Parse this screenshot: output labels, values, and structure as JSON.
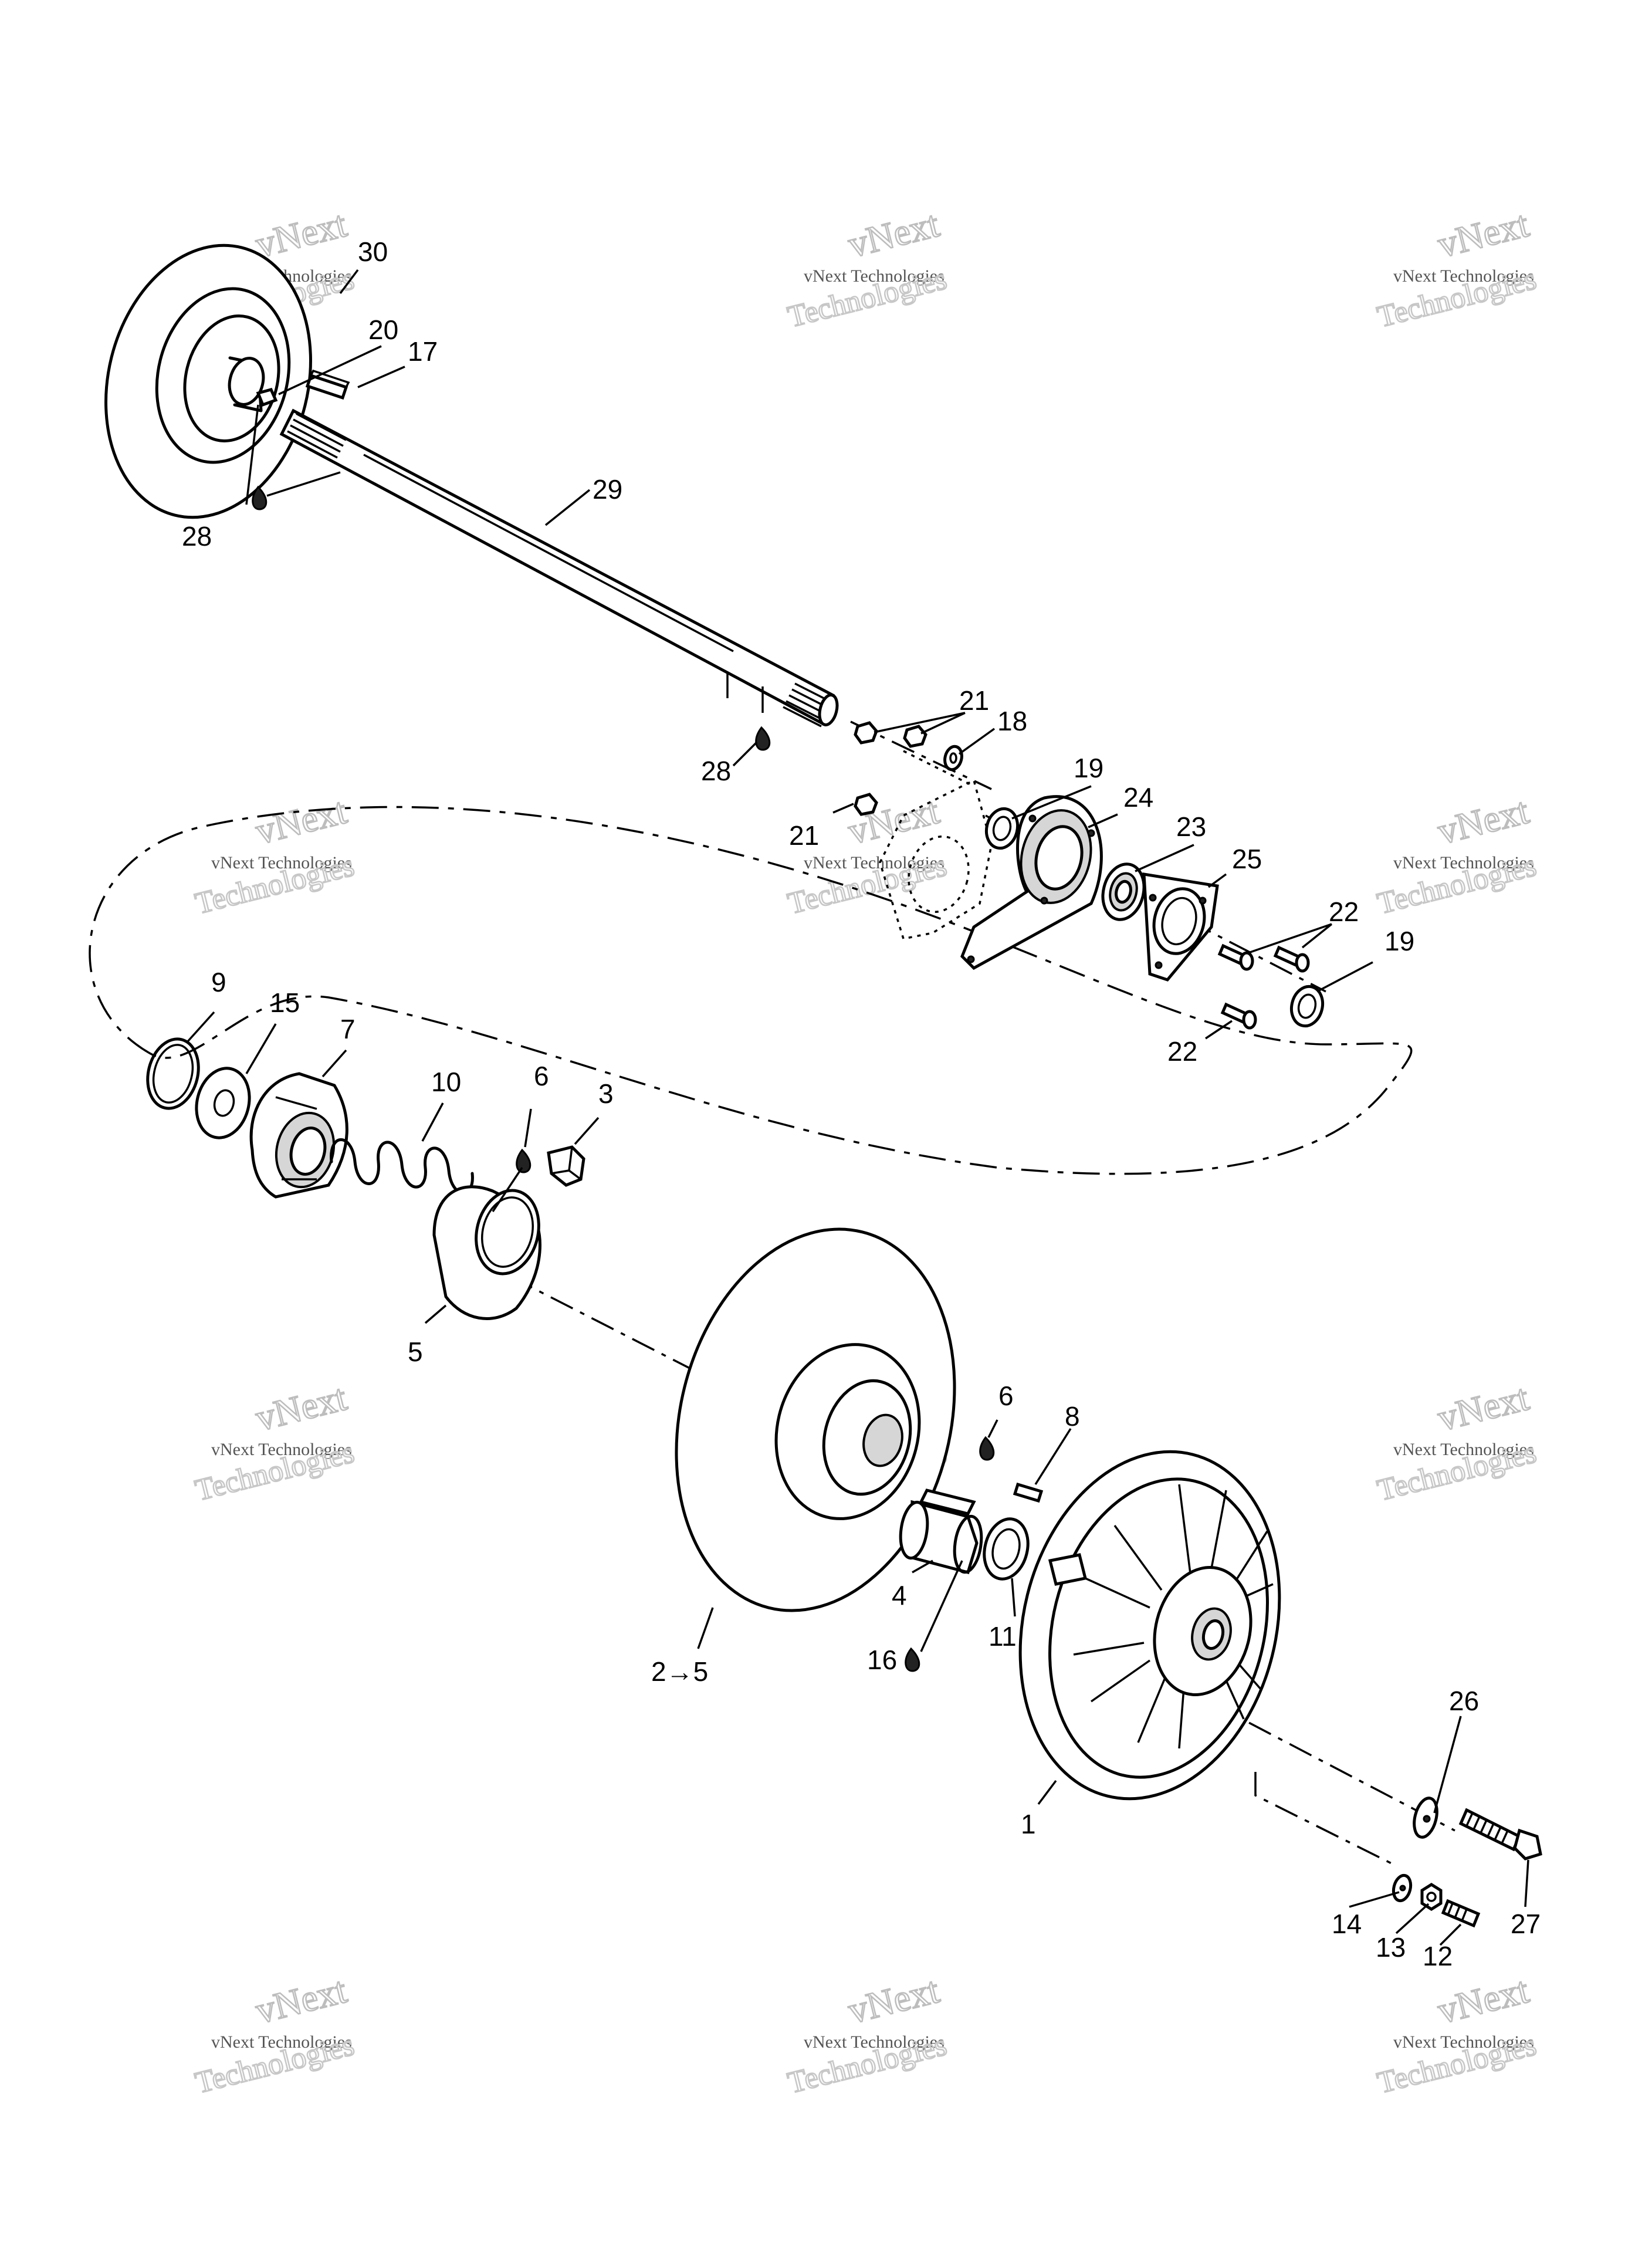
{
  "watermark": {
    "line": "vNext Technologies",
    "big_top": "vNext",
    "big_bottom": "Technologies"
  },
  "callouts": {
    "c30": "30",
    "c20": "20",
    "c17": "17",
    "c28a": "28",
    "c29": "29",
    "c21a": "21",
    "c18": "18",
    "c28b": "28",
    "c19a": "19",
    "c24": "24",
    "c21b": "21",
    "c23": "23",
    "c25": "25",
    "c22a": "22",
    "c19b": "19",
    "c22b": "22",
    "c9": "9",
    "c15": "15",
    "c7": "7",
    "c10": "10",
    "c6a": "6",
    "c3": "3",
    "c5": "5",
    "c6b": "6",
    "c8": "8",
    "c4": "4",
    "c11": "11",
    "c16": "16",
    "c2to5": "2→5",
    "c1": "1",
    "c26": "26",
    "c14": "14",
    "c13": "13",
    "c12": "12",
    "c27": "27"
  }
}
